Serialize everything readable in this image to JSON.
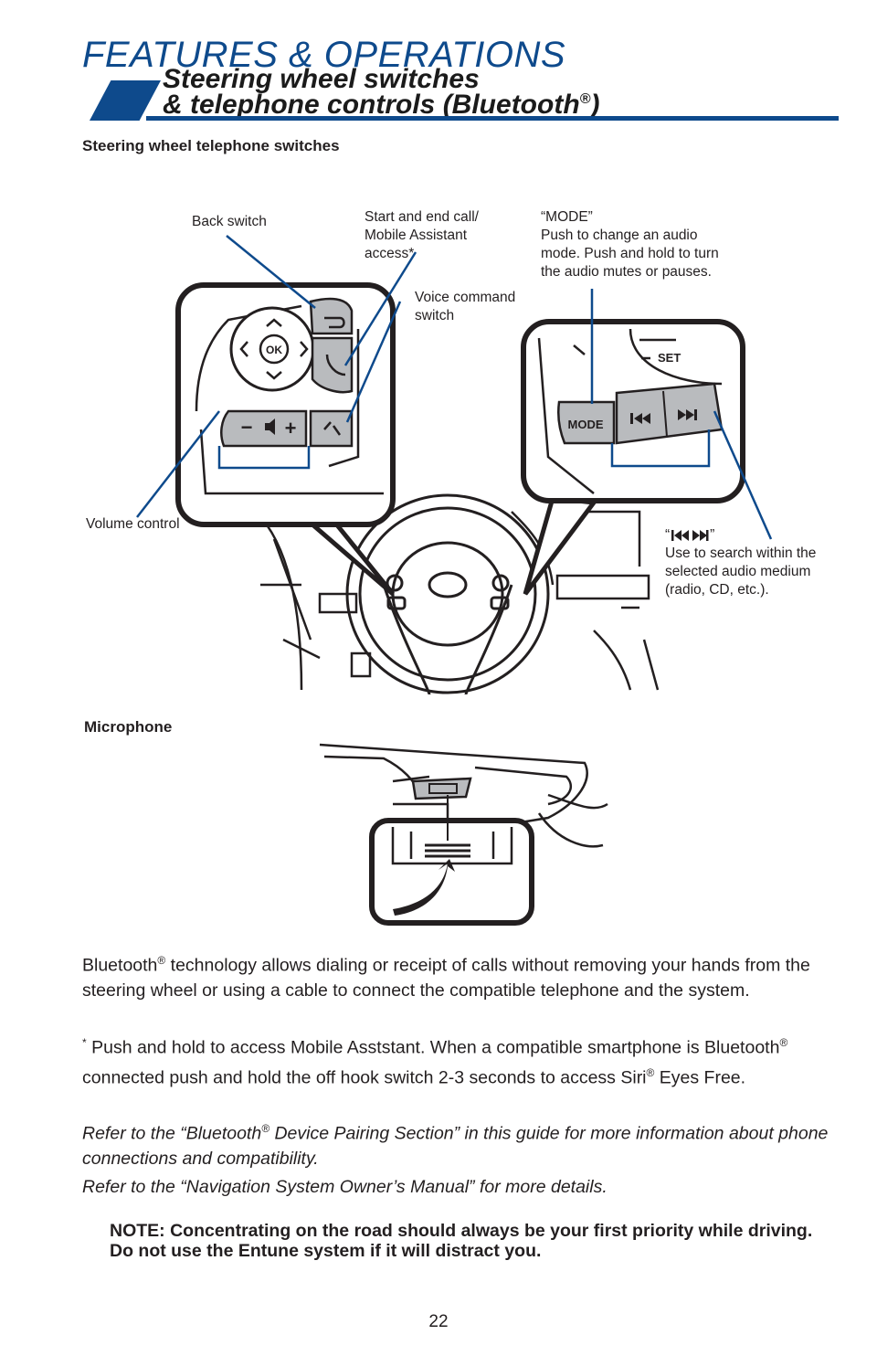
{
  "header": {
    "section": "FEATURES & OPERATIONS",
    "title_line1": "Steering wheel switches",
    "title_line2_pre": "& telephone controls (Bluetooth",
    "title_line2_reg": "®",
    "title_line2_post": ")"
  },
  "steering": {
    "heading": "Steering wheel telephone switches",
    "callouts": {
      "back": "Back switch",
      "call_l1": "Start and end call/",
      "call_l2": "Mobile Assistant",
      "call_l3": "access*",
      "voice_l1": "Voice command",
      "voice_l2": "switch",
      "mode_l1": "“MODE”",
      "mode_l2": "Push to change an audio",
      "mode_l3": "mode. Push and hold to turn",
      "mode_l4": "the audio mutes or pauses.",
      "volume": "Volume control",
      "seek_open": "“",
      "seek_close": "”",
      "seek_l1": "Use to search within the",
      "seek_l2": "selected audio medium",
      "seek_l3": "(radio, CD, etc.)."
    },
    "button_labels": {
      "ok": "OK",
      "mode": "MODE",
      "set": "SET",
      "minus": "−",
      "plus": "+"
    }
  },
  "microphone": {
    "heading": "Microphone"
  },
  "body": {
    "p1_a": "Bluetooth",
    "p1_reg": "®",
    "p1_b": " technology allows dialing or receipt of calls without removing your hands from the steering wheel or using a cable to connect the compatible telephone and the system.",
    "p2_star": "*",
    "p2_a": " Push and hold to access Mobile Asststant. When a compatible smartphone is Bluetooth",
    "p2_reg1": "®",
    "p2_b": " connected push and hold the off hook switch 2-3 seconds to access Siri",
    "p2_reg2": "®",
    "p2_c": " Eyes Free.",
    "p3_a": "Refer to the “Bluetooth",
    "p3_reg": "®",
    "p3_b": " Device Pairing Section” in this guide for more information about phone connections and compatibility.",
    "p4": "Refer to the “Navigation System Owner’s Manual” for more details."
  },
  "note": "NOTE: Concentrating on the road should always be your first priority while driving. Do not use the Entune system if it will distract you.",
  "page_number": "22",
  "colors": {
    "brand_blue": "#0e4a8c",
    "button_gray": "#b9bbbe",
    "text": "#231f20"
  }
}
